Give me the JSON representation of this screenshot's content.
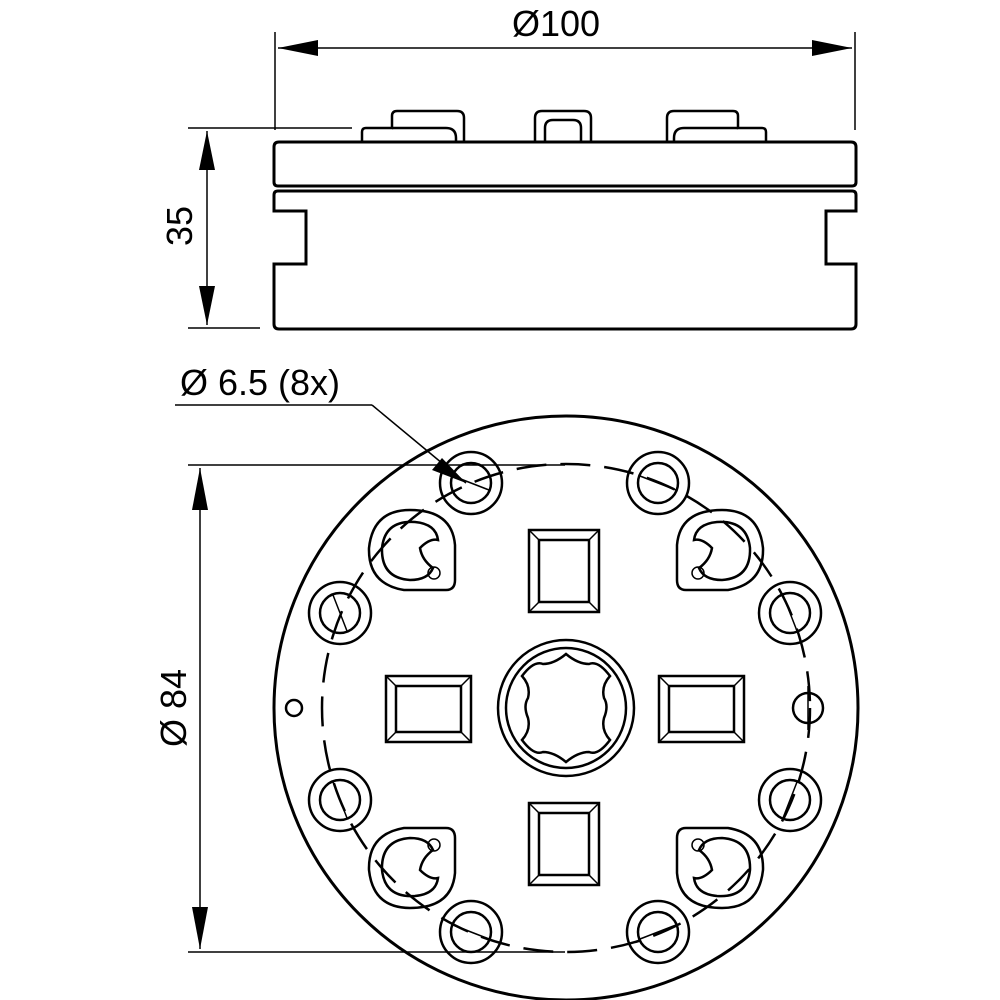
{
  "dimensions": {
    "top_width": "Ø100",
    "height": "35",
    "hole": "Ø 6.5 (8x)",
    "bolt_circle": "Ø 84"
  },
  "colors": {
    "line": "#000000",
    "background": "#ffffff"
  }
}
